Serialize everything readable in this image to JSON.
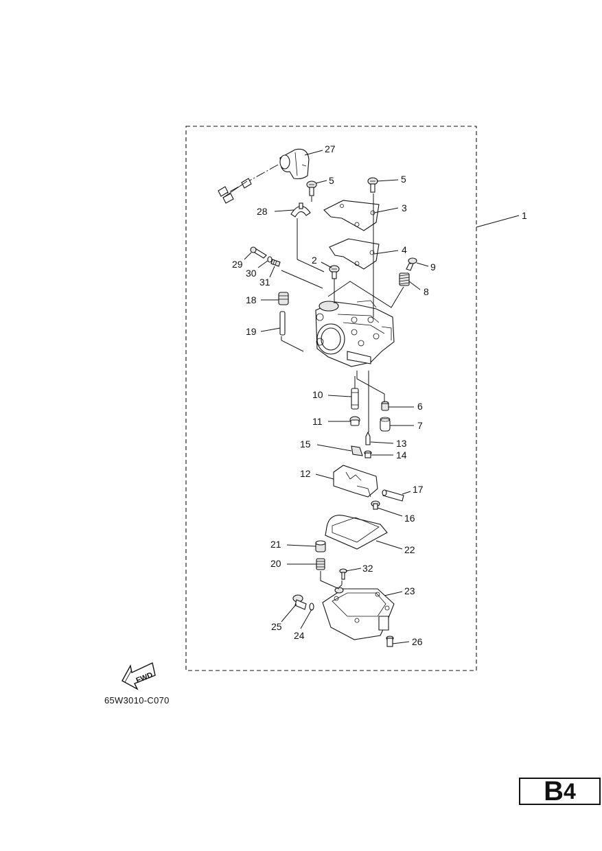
{
  "diagram": {
    "callouts": [
      "1",
      "2",
      "3",
      "4",
      "5",
      "5",
      "6",
      "7",
      "8",
      "9",
      "10",
      "11",
      "12",
      "13",
      "14",
      "15",
      "16",
      "17",
      "18",
      "19",
      "20",
      "21",
      "22",
      "23",
      "24",
      "25",
      "26",
      "27",
      "28",
      "29",
      "30",
      "31",
      "32"
    ],
    "fwd_label": "FWD",
    "drawing_code": "65W3010-C070"
  },
  "page_badge": {
    "main": "B",
    "number": "4"
  }
}
